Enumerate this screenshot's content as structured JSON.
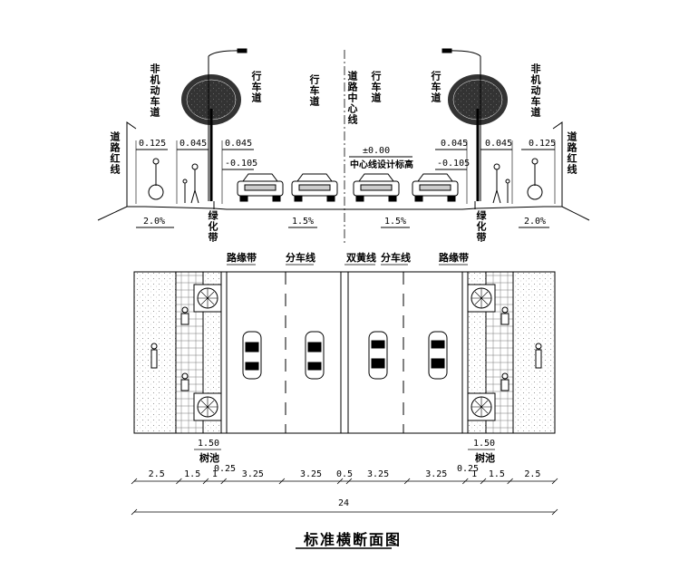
{
  "section_labels": {
    "non_motor_lane": "非机动车道",
    "carriageway": "行车道",
    "road_centerline": "道路中心线",
    "road_red_line": "道路红线",
    "green_belt": "绿化带",
    "centerline_design_elev": "中心线设计标高",
    "zero_elev": "±0.00"
  },
  "elevations": {
    "left_sidewalk": "0.125",
    "left_bike": "0.045",
    "left_curb_top": "0.045",
    "left_curb_bottom": "-0.105",
    "right_curb_top": "0.045",
    "right_curb_bottom": "-0.105",
    "right_bike": "0.045",
    "right_sidewalk": "0.125"
  },
  "slopes": {
    "left_sidewalk": "2.0%",
    "left_road": "1.5%",
    "right_road": "1.5%",
    "right_sidewalk": "2.0%"
  },
  "plan_labels": {
    "curb_left": "路缘带",
    "lane_line_left": "分车线",
    "double_yellow": "双黄线",
    "lane_line_right": "分车线",
    "curb_right": "路缘带",
    "tree_pit_left": "树池",
    "tree_pit_right": "树池",
    "tree_pit_width_left": "1.50",
    "tree_pit_width_right": "1.50",
    "offset_left": "0.25",
    "offset_right": "0.25"
  },
  "dimensions": [
    "2.5",
    "1.5",
    "1",
    "3.25",
    "3.25",
    "0.5",
    "3.25",
    "3.25",
    "1",
    "1.5",
    "2.5"
  ],
  "total_width": "24",
  "drawing_title": "标准横断面图"
}
